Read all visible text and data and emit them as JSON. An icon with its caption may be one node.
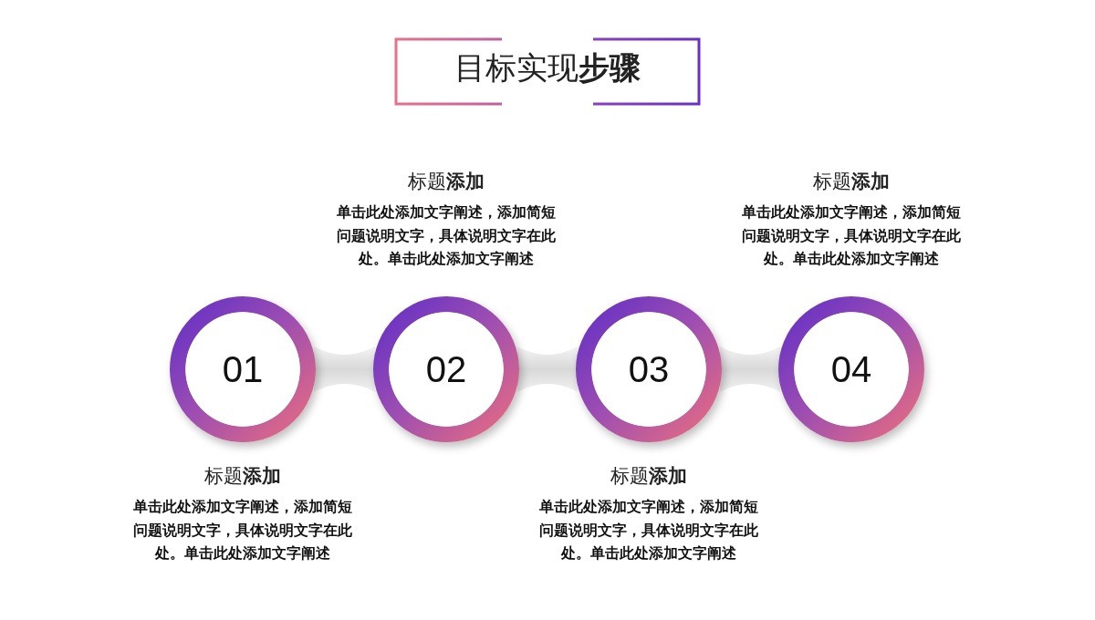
{
  "diagram": {
    "title": "目标实现**步骤**",
    "nodes": [
      {
        "text": [
          "01"
        ],
        "beside": [
          "标题**添加**",
          "单击此处添加文字阐述，添加简短问题说明文字，具体说明文字在此处。单击此处添加文字阐述"
        ]
      },
      {
        "text": [
          "02"
        ],
        "beside": [
          "标题**添加**",
          "单击此处添加文字阐述，添加简短问题说明文字，具体说明文字在此处。单击此处添加文字阐述"
        ]
      },
      {
        "text": [
          "03"
        ],
        "beside": [
          "标题**添加**",
          "单击此处添加文字阐述，添加简短问题说明文字，具体说明文字在此处。单击此处添加文字阐述"
        ]
      },
      {
        "text": [
          "04"
        ],
        "beside": [
          "标题**添加**",
          "单击此处添加文字阐述，添加简短问题说明文字，具体说明文字在此处。单击此处添加文字阐述"
        ]
      }
    ],
    "edges": [
      {
        "from": 0,
        "to": 1,
        "arrow": "none"
      },
      {
        "from": 1,
        "to": 2,
        "arrow": "none"
      },
      {
        "from": 2,
        "to": 3,
        "arrow": "none"
      }
    ]
  }
}
